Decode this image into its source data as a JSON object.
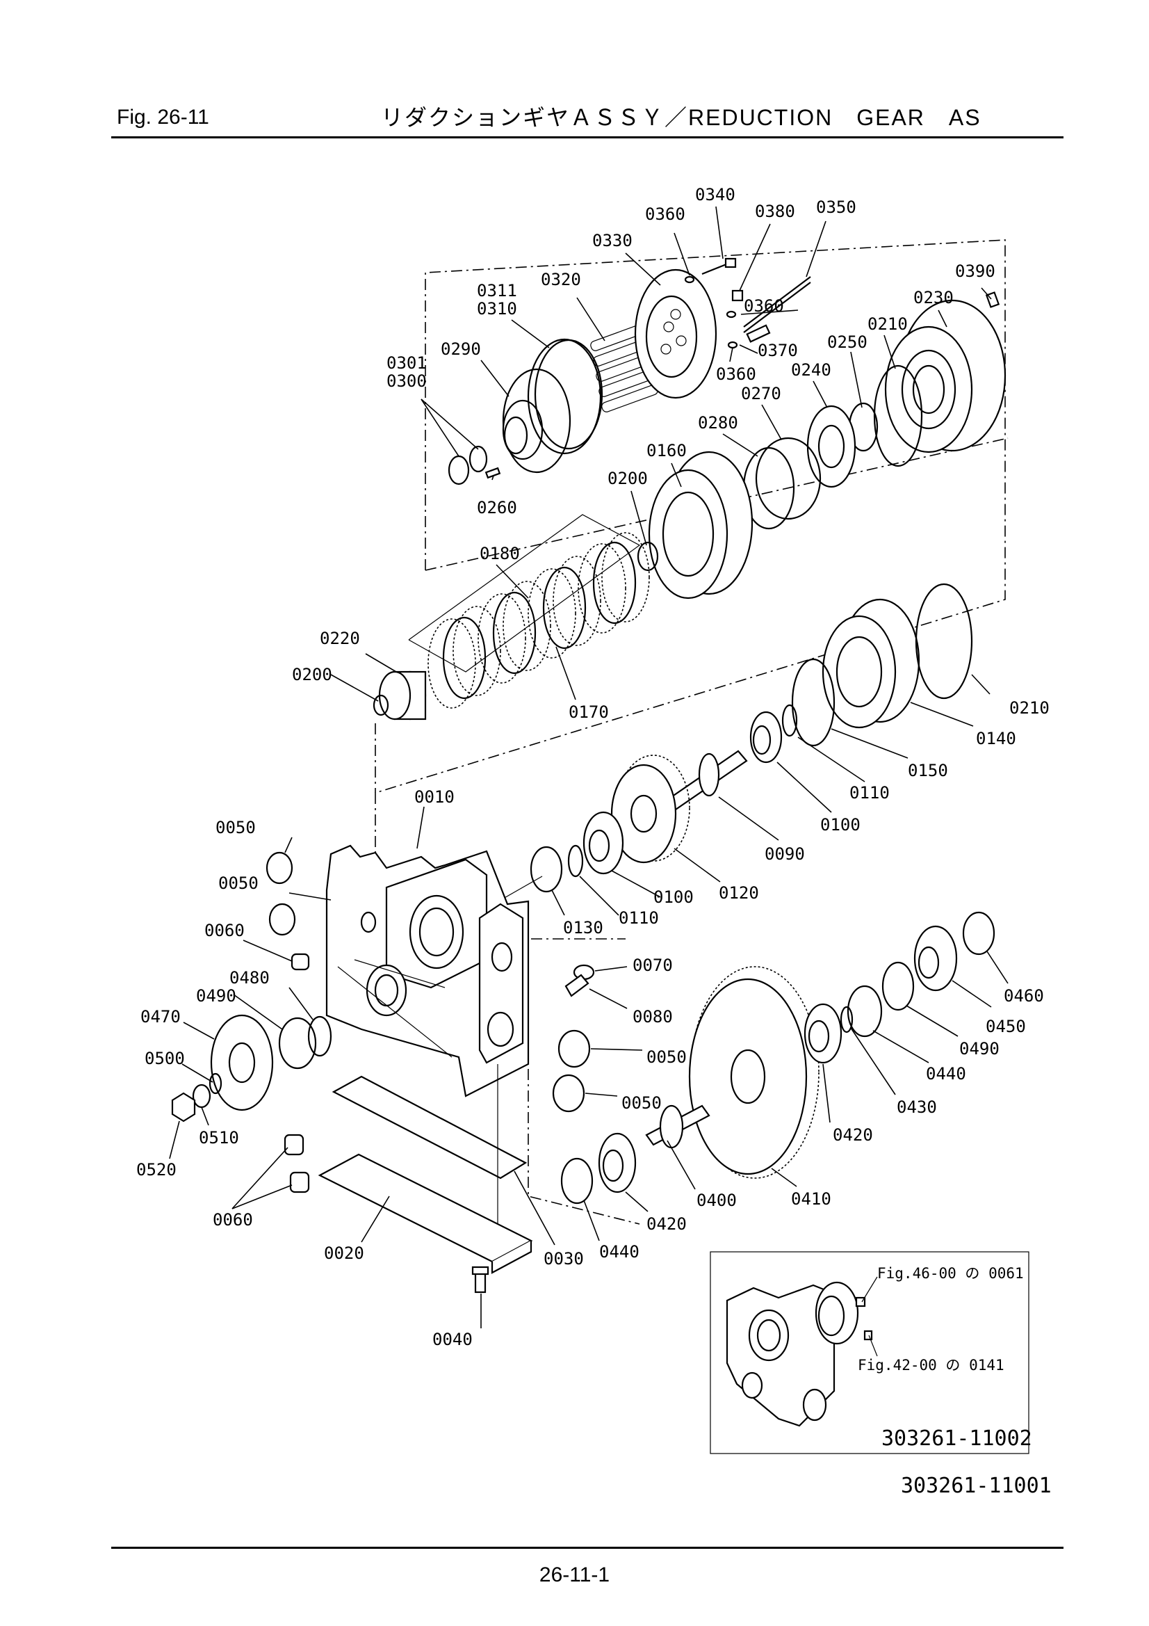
{
  "header": {
    "figure": "Fig. 26-11",
    "title": "リダクションギヤＡＳＳＹ／REDUCTION　GEAR　AS"
  },
  "footer": {
    "page": "26-11-1"
  },
  "drawing": {
    "drawing_number": "303261-11001",
    "inset": {
      "drawing_number": "303261-11002",
      "refs": [
        "Fig.46-00 の 0061",
        "Fig.42-00 の 0141"
      ]
    },
    "callouts": [
      "0340",
      "0360",
      "0380",
      "0350",
      "0330",
      "0390",
      "0311",
      "0310",
      "0320",
      "0360",
      "0230",
      "0210",
      "0301",
      "0300",
      "0290",
      "0370",
      "0360",
      "0250",
      "0270",
      "0240",
      "0280",
      "0160",
      "0200",
      "0260",
      "0180",
      "0220",
      "0200",
      "0170",
      "0210",
      "0140",
      "0150",
      "0110",
      "0010",
      "0100",
      "0050",
      "0090",
      "0050",
      "0120",
      "0100",
      "0110",
      "0130",
      "0060",
      "0070",
      "0460",
      "0080",
      "0480",
      "0490",
      "0450",
      "0470",
      "0050",
      "0490",
      "0500",
      "0440",
      "0050",
      "0430",
      "0420",
      "0510",
      "0520",
      "0410",
      "0400",
      "0060",
      "0420",
      "0440",
      "0020",
      "0030",
      "0040"
    ]
  }
}
